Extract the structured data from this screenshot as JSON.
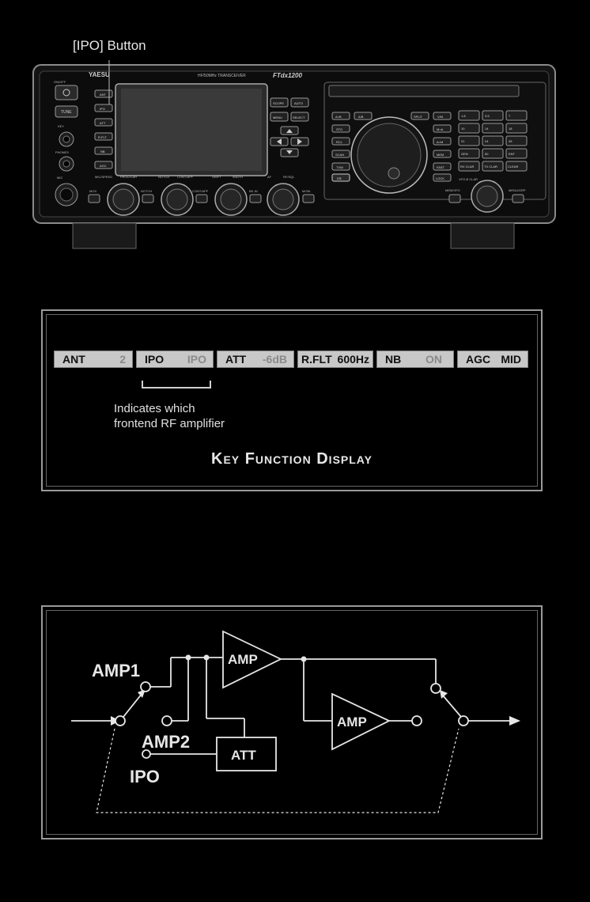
{
  "callout": {
    "ipo_button": "[IPO] Button"
  },
  "radio": {
    "brand": "YAESU",
    "model_desc": "HF/50MHz TRANSCEIVER",
    "model": "FTdx1200",
    "left_labels": [
      "ON/OFF",
      "TUNE",
      "KEY",
      "PHONES",
      "MIC"
    ],
    "side_keys": [
      "ANT",
      "IPO",
      "ATT",
      "R.FLT",
      "NB",
      "AGC"
    ],
    "screen_keys": [
      "SCOPE",
      "AUTO",
      "MENU",
      "SELECT"
    ],
    "knob_labels": [
      "MIC/SPEED",
      "PROC/CAR",
      "NOTCH",
      "CONT/APF",
      "SHIFT",
      "WIDTH",
      "AF",
      "RF/SQL"
    ],
    "bottom_buttons": [
      "MOX",
      "NOTCH",
      "CONT/APF",
      "BK-IN",
      "MONI"
    ],
    "vfo_keys": [
      "A>B",
      "A/B",
      "SPLIT",
      "V/M",
      "STO",
      "M>A",
      "RCL",
      "A>M",
      "SCAN",
      "MEM",
      "TXW",
      "FAST",
      "CS",
      "LOCK"
    ],
    "keypad": [
      "1.8",
      "3.5",
      "7",
      "10",
      "14",
      "18",
      "21",
      "24",
      "28",
      "GEN",
      "50",
      "ENT",
      "RX CLAR",
      "TX CLAR",
      "CLEAR"
    ],
    "right_labels": [
      "VFO-B CLAR",
      "MEM/VFO",
      "MENU/GRP"
    ]
  },
  "key_function_display": {
    "keys": [
      {
        "label": "ANT",
        "value": "2",
        "active": false
      },
      {
        "label": "IPO",
        "value": "IPO",
        "active": false
      },
      {
        "label": "ATT",
        "value": "-6dB",
        "active": false
      },
      {
        "label": "R.FLT",
        "value": "600Hz",
        "active": true
      },
      {
        "label": "NB",
        "value": "ON",
        "active": false
      },
      {
        "label": "AGC",
        "value": "MID",
        "active": true
      }
    ],
    "note_line1": "Indicates which",
    "note_line2": "frontend RF amplifier",
    "title": "Key Function Display"
  },
  "block_diagram": {
    "amp1_label": "AMP1",
    "amp2_label": "AMP2",
    "ipo_label": "IPO",
    "amp_label_a": "AMP",
    "amp_label_b": "AMP",
    "att_label": "ATT"
  },
  "colors": {
    "background": "#000000",
    "panel_border": "#9a9a9a",
    "key_fill": "#c8c8c8",
    "diagram_line": "#e6e6e6"
  }
}
